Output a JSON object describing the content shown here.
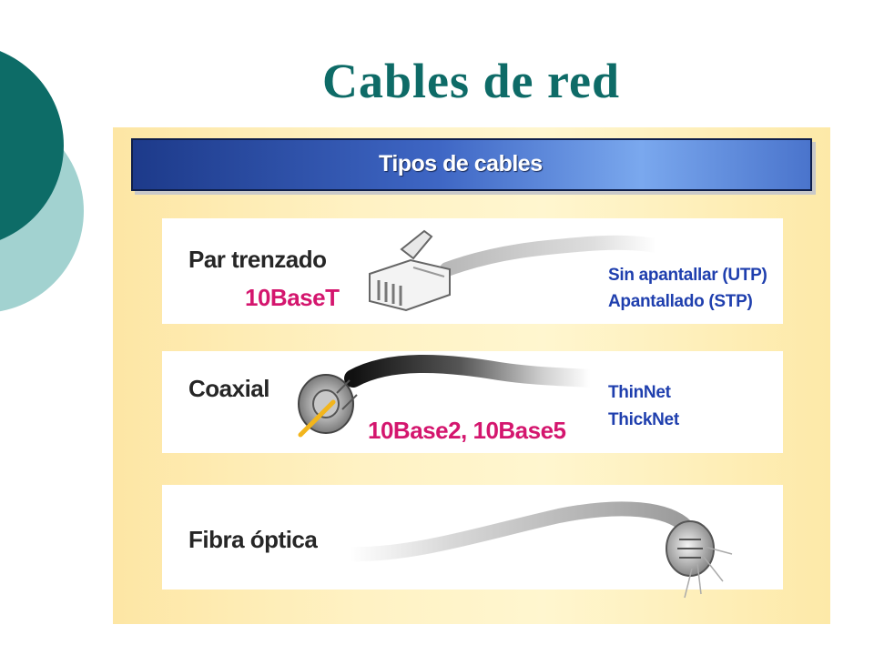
{
  "slide": {
    "title": "Cables de red",
    "theme_colors": {
      "title": "#0e6b67",
      "circle_dark": "#0d6c67",
      "circle_light": "#a2d2d0"
    }
  },
  "panel": {
    "header": "Tipos de cables",
    "colors": {
      "header_blue": "#3e66c4",
      "label_pink": "#d4166e",
      "label_blue": "#1f3fae",
      "background": "#fff2c4"
    },
    "cable_types": [
      {
        "name": "Par trenzado",
        "standard": "10BaseT",
        "variants": [
          "Sin apantallar (UTP)",
          "Apantallado (STP)"
        ],
        "icon": "rj45-connector-icon"
      },
      {
        "name": "Coaxial",
        "standard": "10Base2, 10Base5",
        "variants": [
          "ThinNet",
          "ThickNet"
        ],
        "icon": "coaxial-connector-icon"
      },
      {
        "name": "Fibra óptica",
        "icon": "fiber-optic-connector-icon"
      }
    ]
  }
}
